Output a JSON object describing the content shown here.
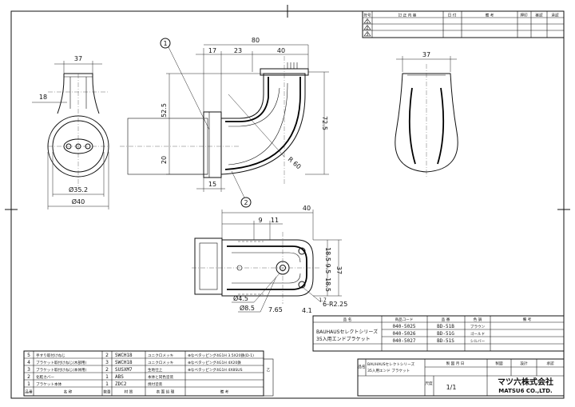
{
  "revision_table": {
    "headers": [
      "符号",
      "訂 正 内 容",
      "日 付",
      "備 考",
      "押印",
      "確認",
      "承認"
    ],
    "rows": [
      "1",
      "2",
      "3"
    ]
  },
  "dimensions": {
    "front_width": "37",
    "front_offset": "18",
    "front_inner_dia": "Ø35.2",
    "front_outer_dia": "Ø40",
    "side_total_width": "80",
    "side_seg_1": "17",
    "side_seg_2": "23",
    "side_seg_3": "40",
    "side_height_upper": "52.5",
    "side_height_total": "72.5",
    "side_bottom": "20",
    "side_radius": "R 60",
    "side_base_width": "15",
    "right_width": "37",
    "bottom_width": "40",
    "bottom_offset_1": "9",
    "bottom_offset_2": "11",
    "bottom_v_1": "18.5",
    "bottom_v_2": "9.5",
    "bottom_v_3": "18.5",
    "bottom_total_v": "37",
    "bottom_small_v": "1.7",
    "bottom_hole_1": "Ø4.5",
    "bottom_hole_2": "Ø8.5",
    "bottom_gap": "7.65",
    "bottom_end": "4.1",
    "bottom_radius": "6-R2.25"
  },
  "callouts": [
    "1",
    "2"
  ],
  "product_table": {
    "headers": [
      "品 名",
      "商品コード",
      "品 番",
      "色 調",
      "備 考"
    ],
    "name_line_1": "BAUHAUSセレクトシリーズ",
    "name_line_2": "35入用エンドブラケット",
    "rows": [
      {
        "code": "040-5025",
        "part": "BD-51B",
        "color": "ブラウン"
      },
      {
        "code": "040-5026",
        "part": "BD-51G",
        "color": "ゴールド"
      },
      {
        "code": "040-5027",
        "part": "BD-51S",
        "color": "シルバー"
      }
    ]
  },
  "parts_list": {
    "headers": [
      "品番",
      "名 称",
      "数量",
      "材 質",
      "表 面 処 理",
      "備 考"
    ],
    "rows": [
      {
        "no": "5",
        "name": "手すり取付けねじ",
        "qty": "2",
        "material": "SWCH18",
        "finish": "ユニクロメッキ",
        "note": "⊕なべタッピング4G1H 3.5X20鉄(D-1)"
      },
      {
        "no": "4",
        "name": "ブラケット取付けねじ(木部用)",
        "qty": "3",
        "material": "SWCH18",
        "finish": "ユニクロメッキ",
        "note": "⊕なべタッピング4G1H 4X20鉄"
      },
      {
        "no": "3",
        "name": "ブラケット取付けねじ(本体用)",
        "qty": "2",
        "material": "SUSXM7",
        "finish": "生地仕上",
        "note": "⊕なべタッピング4G1H 4X8SUS"
      },
      {
        "no": "2",
        "name": "化粧カバー",
        "qty": "1",
        "material": "ABS",
        "finish": "本体と同色塗装",
        "note": ""
      },
      {
        "no": "1",
        "name": "ブラケット本体",
        "qty": "1",
        "material": "ZDC2",
        "finish": "焼付塗装",
        "note": ""
      }
    ]
  },
  "title_block": {
    "label_name": "品名",
    "name_line_1": "BAUHAUSセレクトシリーズ",
    "name_line_2": "35入用エンド ブラケット",
    "label_date": "製 図 月 日",
    "label_scale": "尺度",
    "scale": "1/1",
    "label_drawn": "製図",
    "label_design": "設計",
    "label_approve": "承認",
    "company_jp": "マツ六株式会社",
    "company_en": "MATSU6 CO.,LTD.",
    "side_label": "乙"
  }
}
